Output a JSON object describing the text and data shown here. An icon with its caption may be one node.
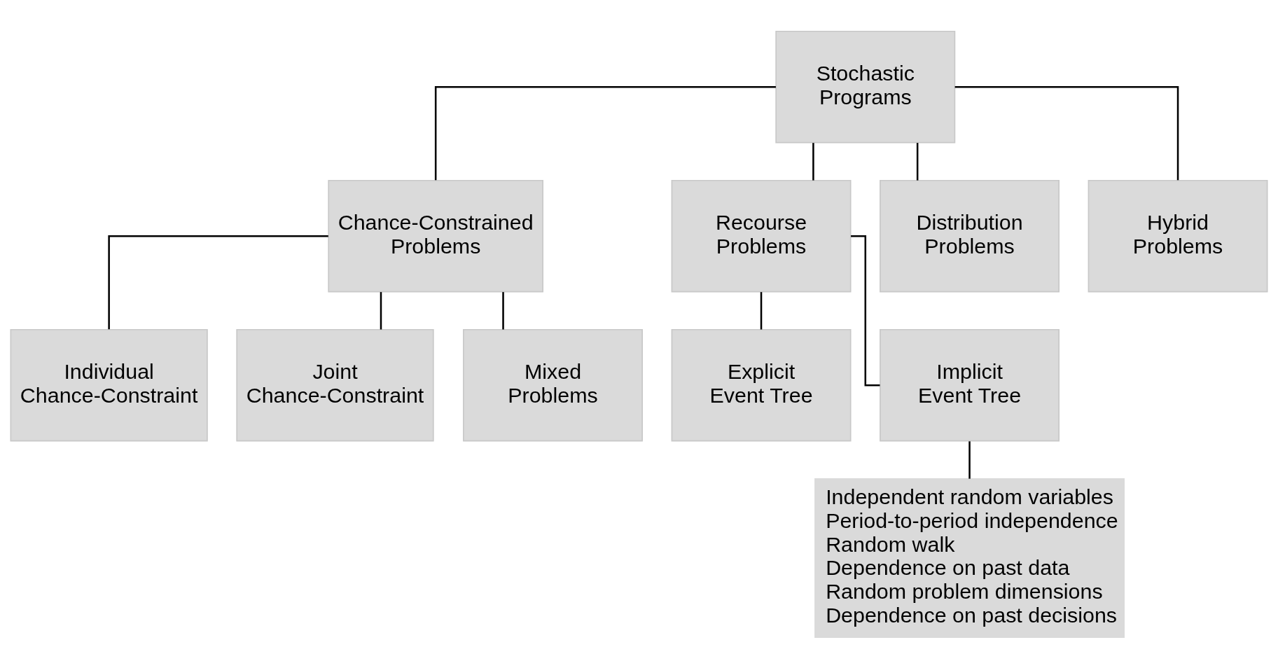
{
  "diagram": {
    "nodes": [
      {
        "text": [
          "Stochastic Programs"
        ]
      },
      {
        "text": [
          "Chance-Constrained Problems"
        ]
      },
      {
        "text": [
          "Recourse Problems"
        ]
      },
      {
        "text": [
          "Distribution Problems"
        ]
      },
      {
        "text": [
          "Hybrid Problems"
        ]
      },
      {
        "text": [
          "Individual Chance-Constraint"
        ]
      },
      {
        "text": [
          "Joint Chance-Constraint"
        ]
      },
      {
        "text": [
          "Mixed Problems"
        ]
      },
      {
        "text": [
          "Explicit Event Tree"
        ]
      },
      {
        "text": [
          "Implicit Event Tree"
        ]
      },
      {
        "text": [
          "Independent random variables",
          "Period-to-period independence",
          "Random walk",
          "Dependence on past data",
          "Random problem dimensions",
          "Dependence on past decisions"
        ]
      }
    ],
    "edges": [
      {
        "from": 0,
        "to": 1,
        "arrow": "none"
      },
      {
        "from": 0,
        "to": 2,
        "arrow": "none"
      },
      {
        "from": 0,
        "to": 3,
        "arrow": "none"
      },
      {
        "from": 0,
        "to": 4,
        "arrow": "none"
      },
      {
        "from": 1,
        "to": 5,
        "arrow": "none"
      },
      {
        "from": 1,
        "to": 6,
        "arrow": "none"
      },
      {
        "from": 1,
        "to": 7,
        "arrow": "none"
      },
      {
        "from": 2,
        "to": 8,
        "arrow": "none"
      },
      {
        "from": 2,
        "to": 9,
        "arrow": "none"
      },
      {
        "from": 9,
        "to": 10,
        "arrow": "none"
      }
    ]
  }
}
